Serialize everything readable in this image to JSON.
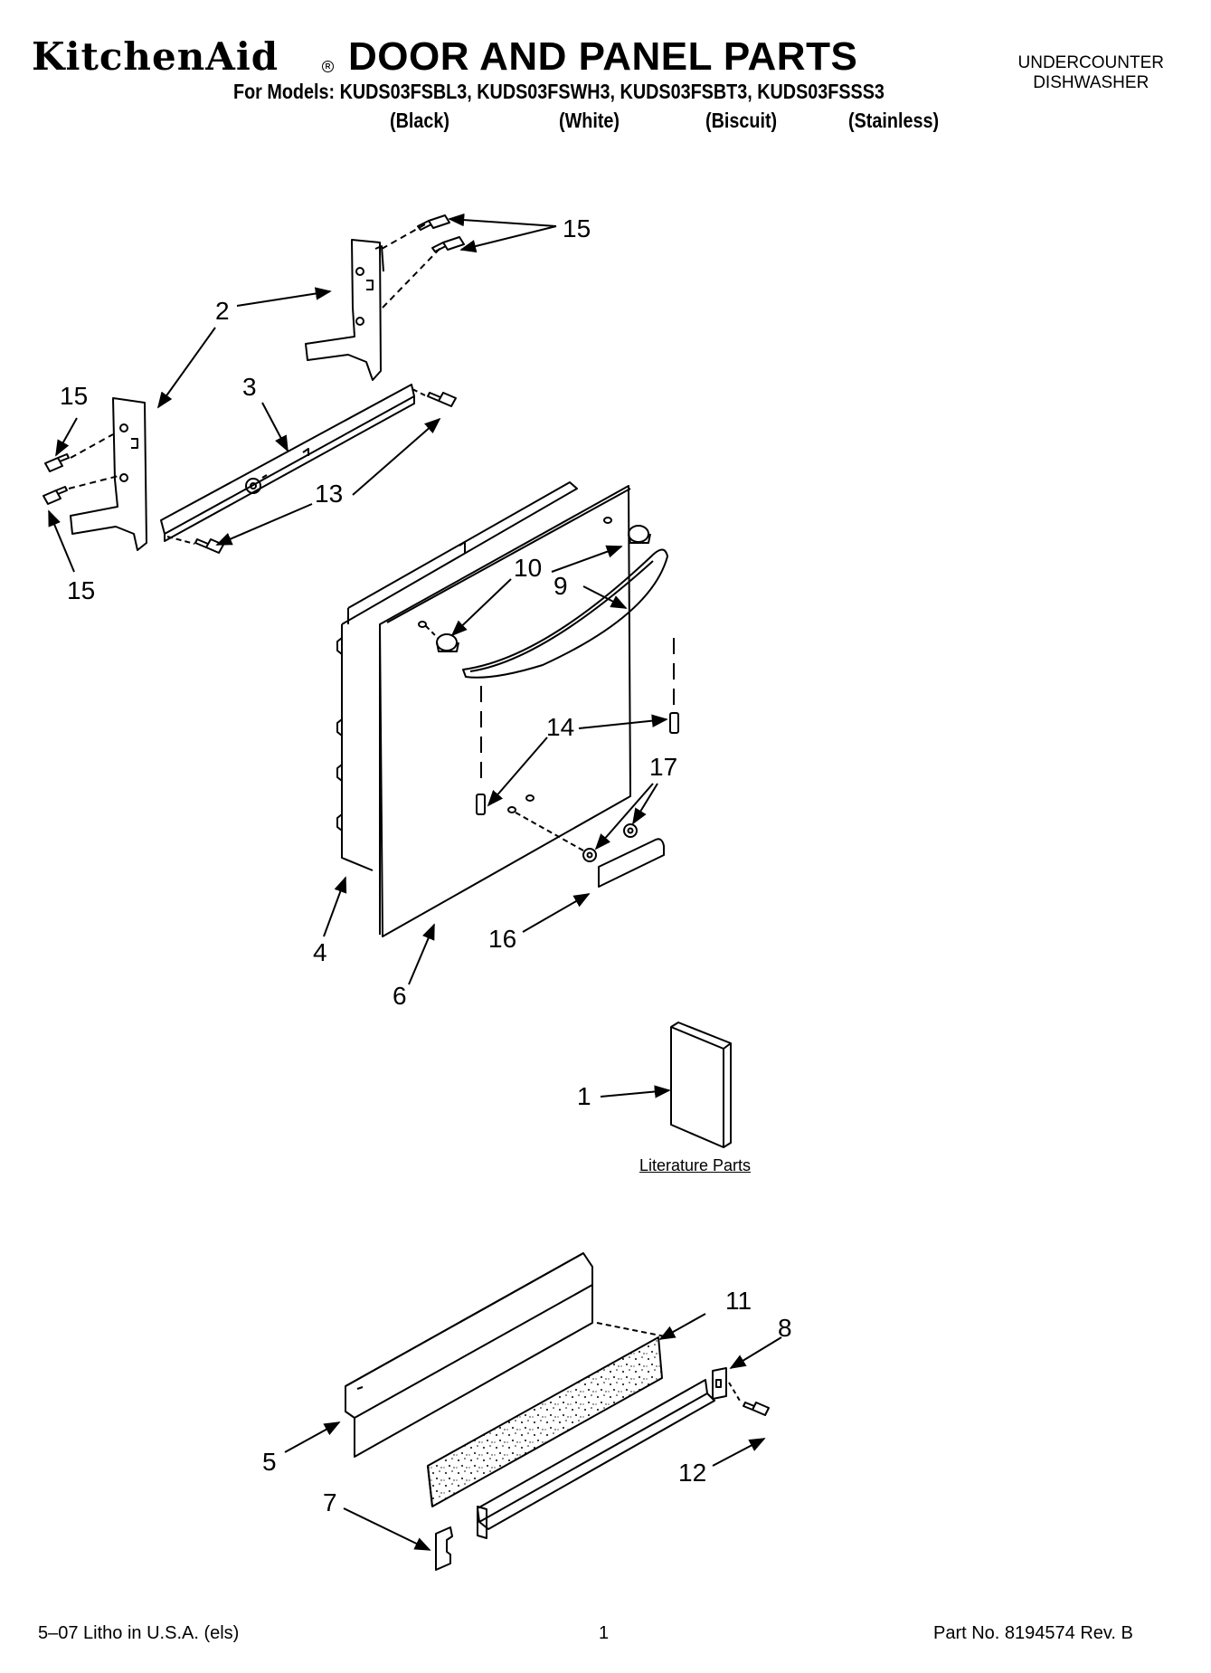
{
  "header": {
    "brand": "KitchenAid",
    "brand_mark": "R",
    "title": "DOOR AND PANEL PARTS",
    "models_line": "For Models: KUDS03FSBL3, KUDS03FSWH3, KUDS03FSBT3, KUDS03FSSS3",
    "variants": [
      "(Black)",
      "(White)",
      "(Biscuit)",
      "(Stainless)"
    ],
    "product_type": [
      "UNDERCOUNTER",
      "DISHWASHER"
    ]
  },
  "callouts": {
    "c15_top": "15",
    "c2": "2",
    "c15_left": "15",
    "c3": "3",
    "c13": "13",
    "c15_bottom": "15",
    "c10": "10",
    "c9": "9",
    "c14": "14",
    "c17": "17",
    "c4": "4",
    "c16": "16",
    "c6": "6",
    "c1": "1",
    "c11": "11",
    "c8": "8",
    "c5": "5",
    "c12": "12",
    "c7": "7"
  },
  "literature_label": "Literature Parts",
  "footer": {
    "litho": "5–07 Litho in U.S.A. (els)",
    "page": "1",
    "part_no": "Part No. 8194574 Rev. B"
  }
}
